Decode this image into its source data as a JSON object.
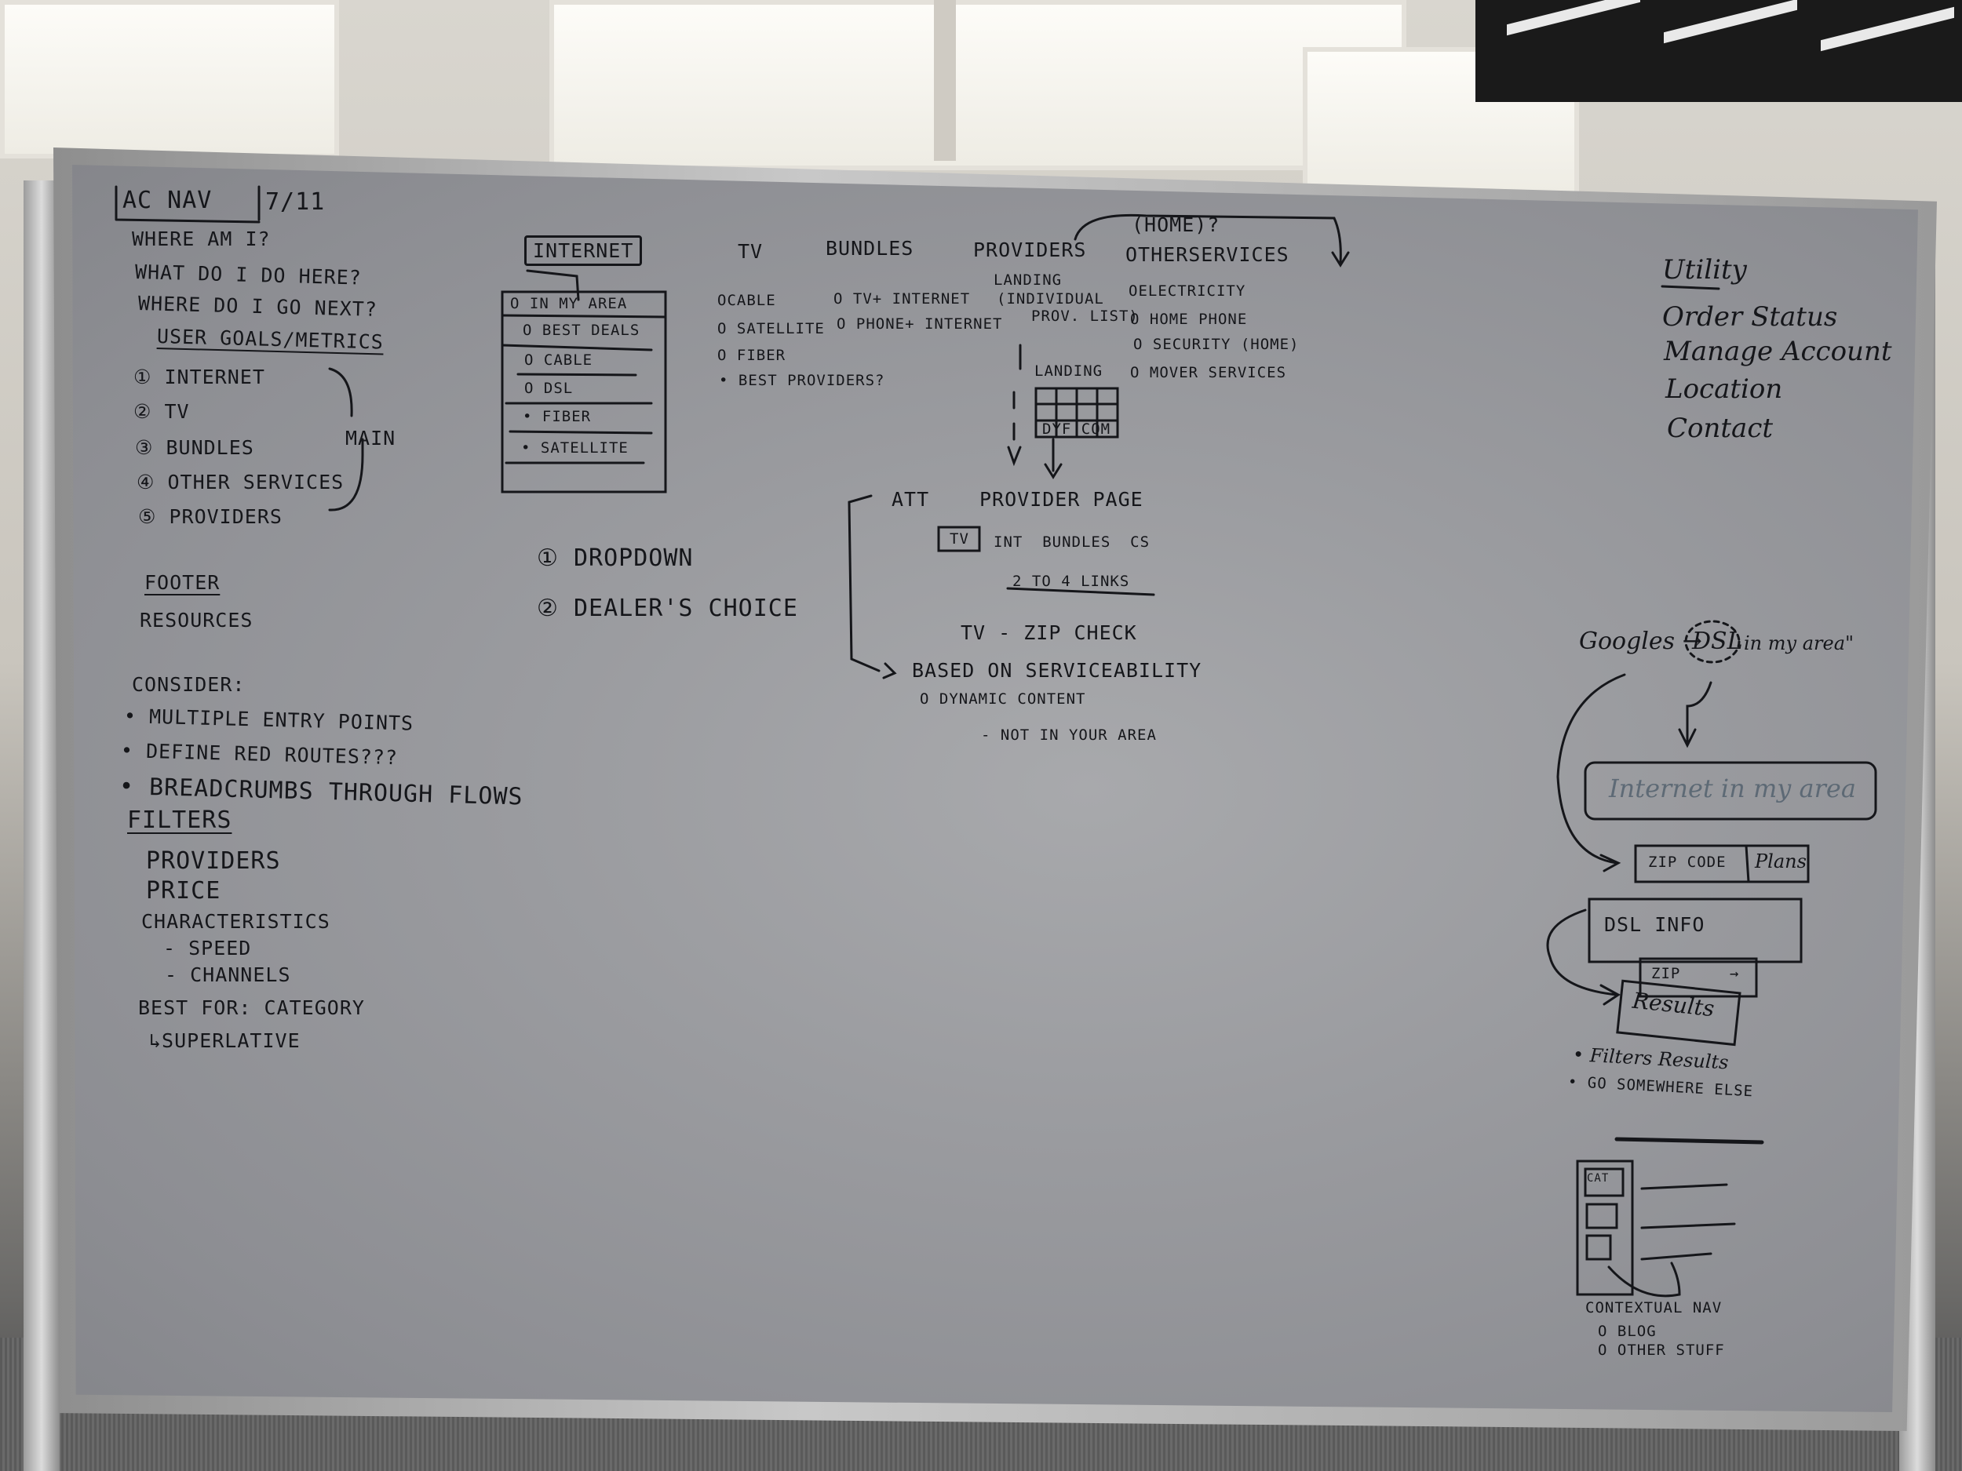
{
  "scene": {
    "colors": {
      "board": "#9a9b9f",
      "ink": "#15161a",
      "frame": "#b5b5b5"
    }
  },
  "left": {
    "title": "AC NAV",
    "date": "7/11",
    "questions": [
      "WHERE AM I?",
      "WHAT DO I DO HERE?",
      "WHERE DO I GO NEXT?"
    ],
    "goals_heading": "USER GOALS/METRICS",
    "main_items": [
      {
        "num": "1",
        "label": "INTERNET"
      },
      {
        "num": "2",
        "label": "TV"
      },
      {
        "num": "3",
        "label": "BUNDLES"
      },
      {
        "num": "4",
        "label": "OTHER SERVICES"
      },
      {
        "num": "5",
        "label": "PROVIDERS"
      }
    ],
    "main_label": "MAIN",
    "footer_heading": "FOOTER",
    "footer_item": "RESOURCES",
    "consider_heading": "CONSIDER:",
    "consider_items": [
      "MULTIPLE ENTRY POINTS",
      "DEFINE RED ROUTES???",
      "BREADCRUMBS THROUGH FLOWS"
    ],
    "filters_heading": "FILTERS",
    "filters_items": [
      "PROVIDERS",
      "PRICE",
      "CHARACTERISTICS",
      "- SPEED",
      "- CHANNELS"
    ],
    "best_for": "BEST FOR: CATEGORY",
    "superlative": "↳SUPERLATIVE"
  },
  "internet_menu": {
    "header": "INTERNET",
    "items": [
      "IN MY AREA",
      "BEST DEALS",
      "CABLE",
      "DSL",
      "FIBER",
      "SATELLITE"
    ],
    "options": [
      {
        "num": "1",
        "label": "DROPDOWN"
      },
      {
        "num": "2",
        "label": "DEALER'S CHOICE"
      }
    ]
  },
  "top_nav": {
    "tv": "TV",
    "bundles": "BUNDLES",
    "providers": "PROVIDERS",
    "home_note": "(HOME)?",
    "other_services": "OTHERSERVICES"
  },
  "tv_items": [
    "CABLE",
    "SATELLITE",
    "FIBER",
    "BEST PROVIDERS?"
  ],
  "bundles_items": [
    "TV+ INTERNET",
    "PHONE+ INTERNET"
  ],
  "providers_landing": {
    "note": [
      "LANDING",
      "(INDIVIDUAL",
      "PROV. LIST)"
    ],
    "landing": "LANDING",
    "grid_label": "DYF COM"
  },
  "other_items": [
    "ELECTRICITY",
    "HOME PHONE",
    "SECURITY (HOME)",
    "MOVER SERVICES"
  ],
  "provider_page": {
    "att": "ATT",
    "title": "PROVIDER PAGE",
    "tv_box": "TV",
    "row": "INT  BUNDLES  CS",
    "links": "2 TO 4 LINKS",
    "zip": "TV - ZIP Check",
    "based": "BASED ON SERVICEABILITY",
    "dynamic": "DYNAMIC CONTENT",
    "not_area": "- NOT IN YOUR AREA"
  },
  "utility": {
    "heading": "Utility",
    "items": [
      "Order Status",
      "Manage Account",
      "Location",
      "Contact"
    ]
  },
  "flow": {
    "googles": "Googles →",
    "dsl": "DSL",
    "in_area": "in my area\"",
    "search_box": "Internet in my area",
    "zip_code": "ZIP CODE",
    "plans": "Plans",
    "dsl_info": "DSL INFO",
    "zip": "ZIP",
    "zip_arrow": "→",
    "results": "Results",
    "bullets": [
      "Filters Results",
      "Go SOMEWHERE ELSE"
    ],
    "contextual": "CONTEXTUAL NAV",
    "ctx_items": [
      "BLOG",
      "OTHER STUFF"
    ],
    "sidebar_label": "Cat"
  }
}
